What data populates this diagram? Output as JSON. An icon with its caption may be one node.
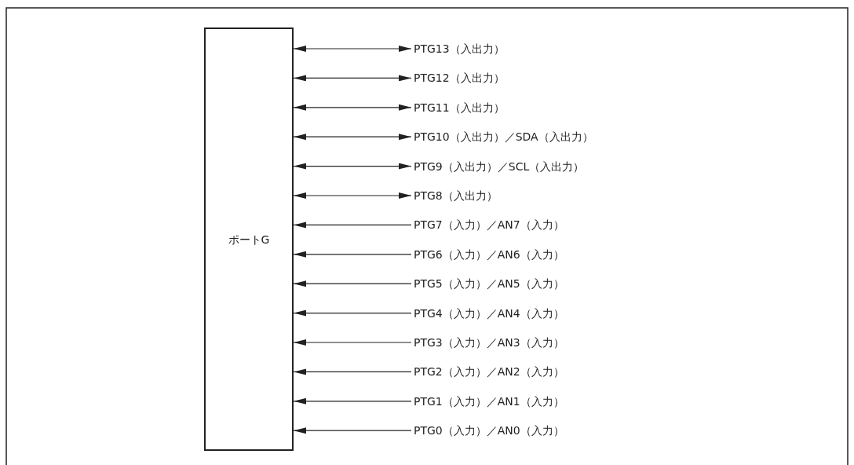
{
  "diagram": {
    "nodes": [
      {
        "text": [
          "ポートG"
        ]
      },
      {
        "text": [
          "PTG13（入出力）"
        ]
      },
      {
        "text": [
          "PTG12（入出力）"
        ]
      },
      {
        "text": [
          "PTG11（入出力）"
        ]
      },
      {
        "text": [
          "PTG10（入出力）／SDA（入出力）"
        ]
      },
      {
        "text": [
          "PTG9（入出力）／SCL（入出力）"
        ]
      },
      {
        "text": [
          "PTG8（入出力）"
        ]
      },
      {
        "text": [
          "PTG7（入力）／AN7（入力）"
        ]
      },
      {
        "text": [
          "PTG6（入力）／AN6（入力）"
        ]
      },
      {
        "text": [
          "PTG5（入力）／AN5（入力）"
        ]
      },
      {
        "text": [
          "PTG4（入力）／AN4（入力）"
        ]
      },
      {
        "text": [
          "PTG3（入力）／AN3（入力）"
        ]
      },
      {
        "text": [
          "PTG2（入力）／AN2（入力）"
        ]
      },
      {
        "text": [
          "PTG1（入力）／AN1（入力）"
        ]
      },
      {
        "text": [
          "PTG0（入力）／AN0（入力）"
        ]
      }
    ],
    "edges": [
      {
        "from": 0,
        "to": 1,
        "arrow": "both"
      },
      {
        "from": 0,
        "to": 2,
        "arrow": "both"
      },
      {
        "from": 0,
        "to": 3,
        "arrow": "both"
      },
      {
        "from": 0,
        "to": 4,
        "arrow": "both"
      },
      {
        "from": 0,
        "to": 5,
        "arrow": "both"
      },
      {
        "from": 0,
        "to": 6,
        "arrow": "both"
      },
      {
        "from": 7,
        "to": 0,
        "arrow": "to"
      },
      {
        "from": 8,
        "to": 0,
        "arrow": "to"
      },
      {
        "from": 9,
        "to": 0,
        "arrow": "to"
      },
      {
        "from": 10,
        "to": 0,
        "arrow": "to"
      },
      {
        "from": 11,
        "to": 0,
        "arrow": "to"
      },
      {
        "from": 12,
        "to": 0,
        "arrow": "to"
      },
      {
        "from": 13,
        "to": 0,
        "arrow": "to"
      },
      {
        "from": 14,
        "to": 0,
        "arrow": "to"
      }
    ]
  }
}
